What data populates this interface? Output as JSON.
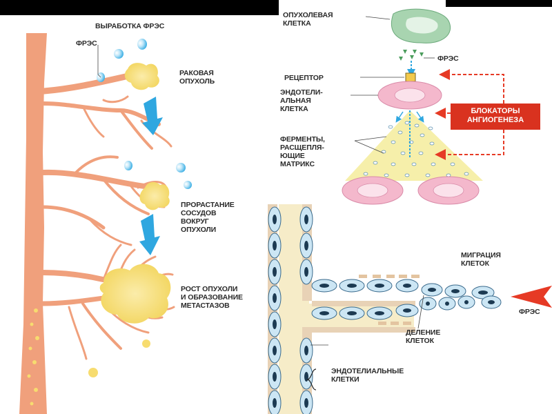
{
  "labels": {
    "vegf_production": "ВЫРАБОТКА ФРЭС",
    "vegf_left": "ФРЭС",
    "cancer_tumor": [
      "РАКОВАЯ",
      "ОПУХОЛЬ"
    ],
    "vessel_sprouting": [
      "ПРОРАСТАНИЕ",
      "СОСУДОВ",
      "ВОКРУГ",
      "ОПУХОЛИ"
    ],
    "tumor_growth": [
      "РОСТ ОПУХОЛИ",
      "И ОБРАЗОВАНИЕ",
      "МЕТАСТАЗОВ"
    ],
    "tumor_cell": [
      "ОПУХОЛЕВАЯ",
      "КЛЕТКА"
    ],
    "vegf_top": "ФРЭС",
    "receptor": "РЕЦЕПТОР",
    "endothelial_cell": [
      "ЭНДОТЕЛИ-",
      "АЛЬНАЯ",
      "КЛЕТКА"
    ],
    "angiogenesis_blockers": [
      "БЛОКАТОРЫ",
      "АНГИОГЕНЕЗА"
    ],
    "enzymes": [
      "ФЕРМЕНТЫ,",
      "РАСЩЕПЛЯ-",
      "ЮЩИЕ",
      "МАТРИКС"
    ],
    "cell_migration": [
      "МИГРАЦИЯ",
      "КЛЕТОК"
    ],
    "vegf_right": "ФРЭС",
    "cell_division": [
      "ДЕЛЕНИЕ",
      "КЛЕТОК"
    ],
    "endothelial_cells": [
      "ЭНДОТЕЛИАЛЬНЫЕ",
      "КЛЕТКИ"
    ]
  },
  "colors": {
    "vessel": "#f0a07c",
    "tumor": "#f7dc6f",
    "vegf_blue": "#4db8e8",
    "arrow_blue": "#2fa7e0",
    "tumor_cell_green": "#a8d4b0",
    "endothelial_pink": "#f4b8cc",
    "blocker_red": "#d9321f",
    "matrix_yellow": "#f6efaa",
    "cell_blue": "#cce6f4"
  }
}
